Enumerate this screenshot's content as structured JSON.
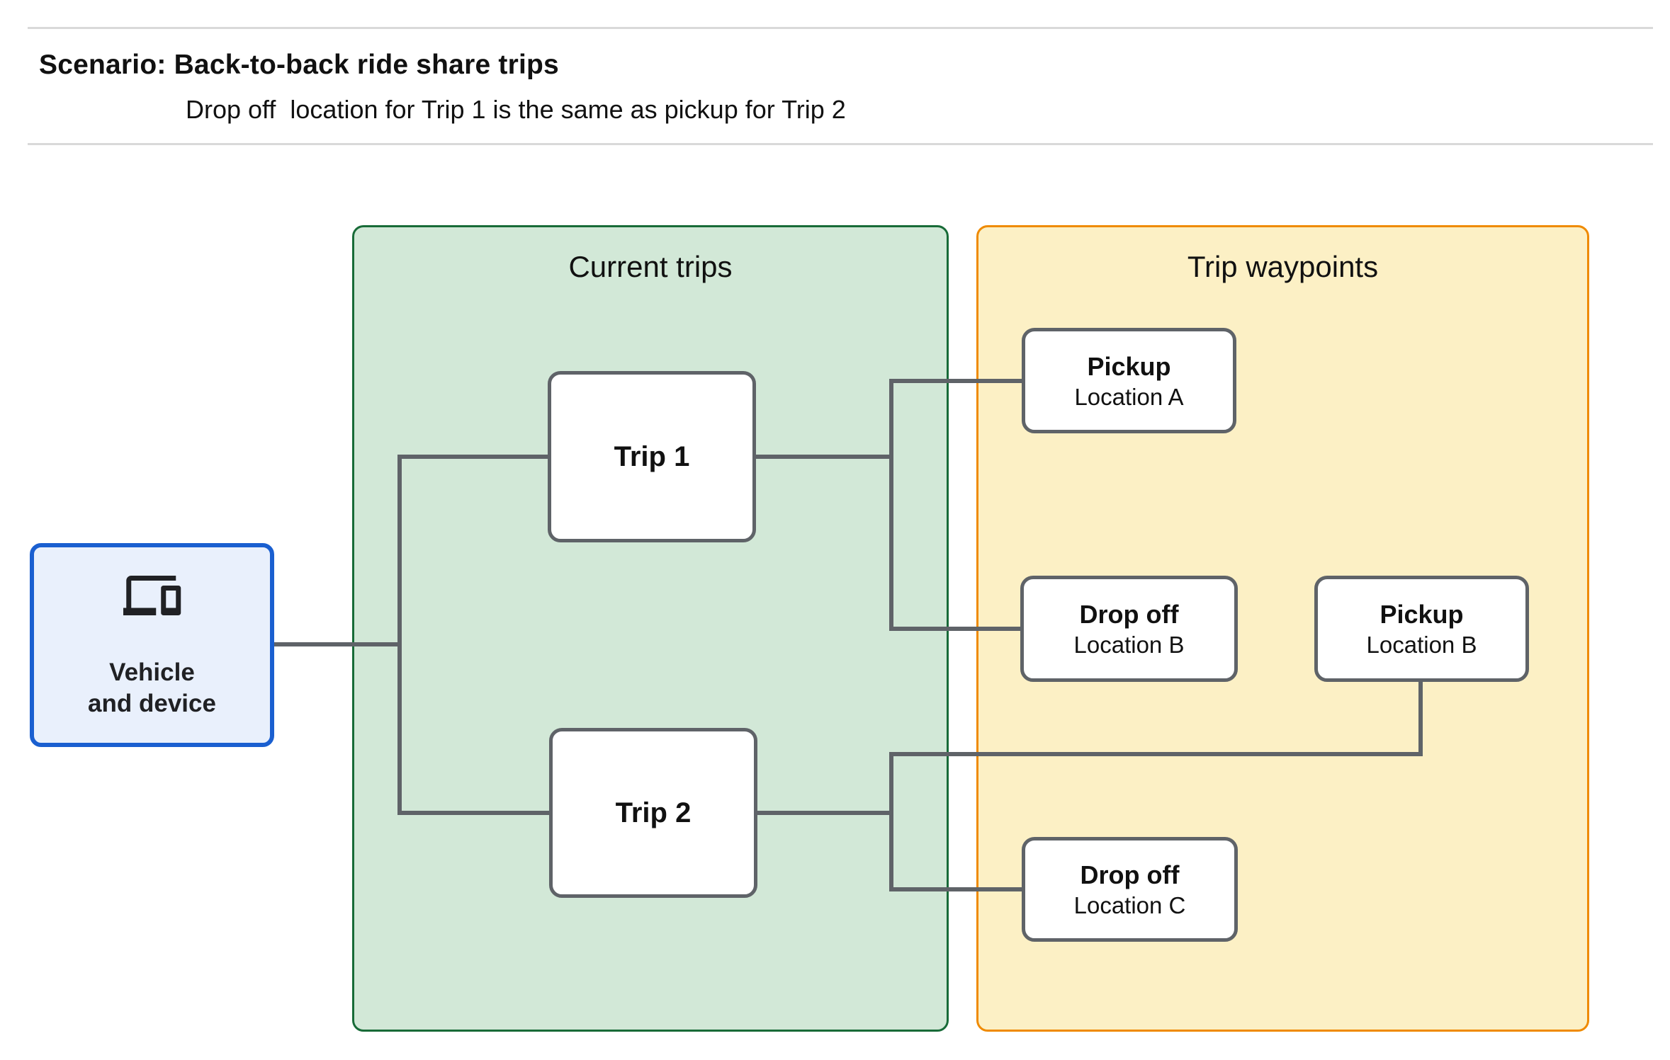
{
  "header": {
    "title": "Scenario: Back-to-back ride share trips",
    "subtitle": "Drop off  location for Trip 1 is the same as pickup for Trip 2"
  },
  "diagram": {
    "containers": {
      "current_trips": {
        "title": "Current trips"
      },
      "trip_waypoints": {
        "title": "Trip waypoints"
      }
    },
    "nodes": {
      "vehicle": {
        "label_line1": "Vehicle",
        "label_line2": "and device",
        "icon": "devices-icon"
      },
      "trip1": {
        "label": "Trip 1"
      },
      "trip2": {
        "label": "Trip 2"
      },
      "pickup_a": {
        "title": "Pickup",
        "subtitle": "Location A"
      },
      "dropoff_b": {
        "title": "Drop off",
        "subtitle": "Location B"
      },
      "pickup_b": {
        "title": "Pickup",
        "subtitle": "Location B"
      },
      "dropoff_c": {
        "title": "Drop off",
        "subtitle": "Location C"
      }
    },
    "edges": [
      {
        "from": "vehicle",
        "to": "trip1"
      },
      {
        "from": "vehicle",
        "to": "trip2"
      },
      {
        "from": "trip1",
        "to": "pickup_a"
      },
      {
        "from": "trip1",
        "to": "dropoff_b"
      },
      {
        "from": "trip2",
        "to": "dropoff_c"
      },
      {
        "from": "pickup_b",
        "to": "dropoff_c"
      }
    ]
  },
  "colors": {
    "blue_border": "#1a5fd0",
    "blue_fill": "#e9f0fc",
    "green_border": "#186b38",
    "green_fill": "#d2e8d7",
    "orange_border": "#ef8a00",
    "yellow_fill": "#fcf0c5",
    "connector": "#5f6368",
    "node_border": "#5f6368",
    "node_fill": "#ffffff",
    "text": "#202124",
    "divider": "#d9d9d9"
  }
}
